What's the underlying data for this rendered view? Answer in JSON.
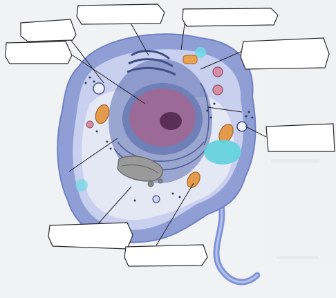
{
  "diagram": {
    "subject": "animal-cell",
    "label_boxes": [
      {
        "id": "label-top-left",
        "text": ""
      },
      {
        "id": "label-upper-left",
        "text": ""
      },
      {
        "id": "label-far-left",
        "text": ""
      },
      {
        "id": "label-top-center",
        "text": ""
      },
      {
        "id": "label-top-right",
        "text": ""
      },
      {
        "id": "label-right",
        "text": ""
      },
      {
        "id": "label-bottom-left",
        "text": ""
      },
      {
        "id": "label-bottom-center",
        "text": ""
      }
    ],
    "colors": {
      "outer_membrane": "#8f9fd6",
      "cytoplasm": "#c9cfee",
      "inner_cytoplasm": "#e9ecf6",
      "nucleus_envelope": "#6f7fb8",
      "nucleoplasm": "#9b6a97",
      "nucleolus": "#5a2f55",
      "mitochondria": "#e39a4a",
      "vacuole": "#5fd2dd",
      "lysosome": "#d88ea6",
      "flagellum": "#7e94d6",
      "background": "#f2f3f5"
    }
  }
}
